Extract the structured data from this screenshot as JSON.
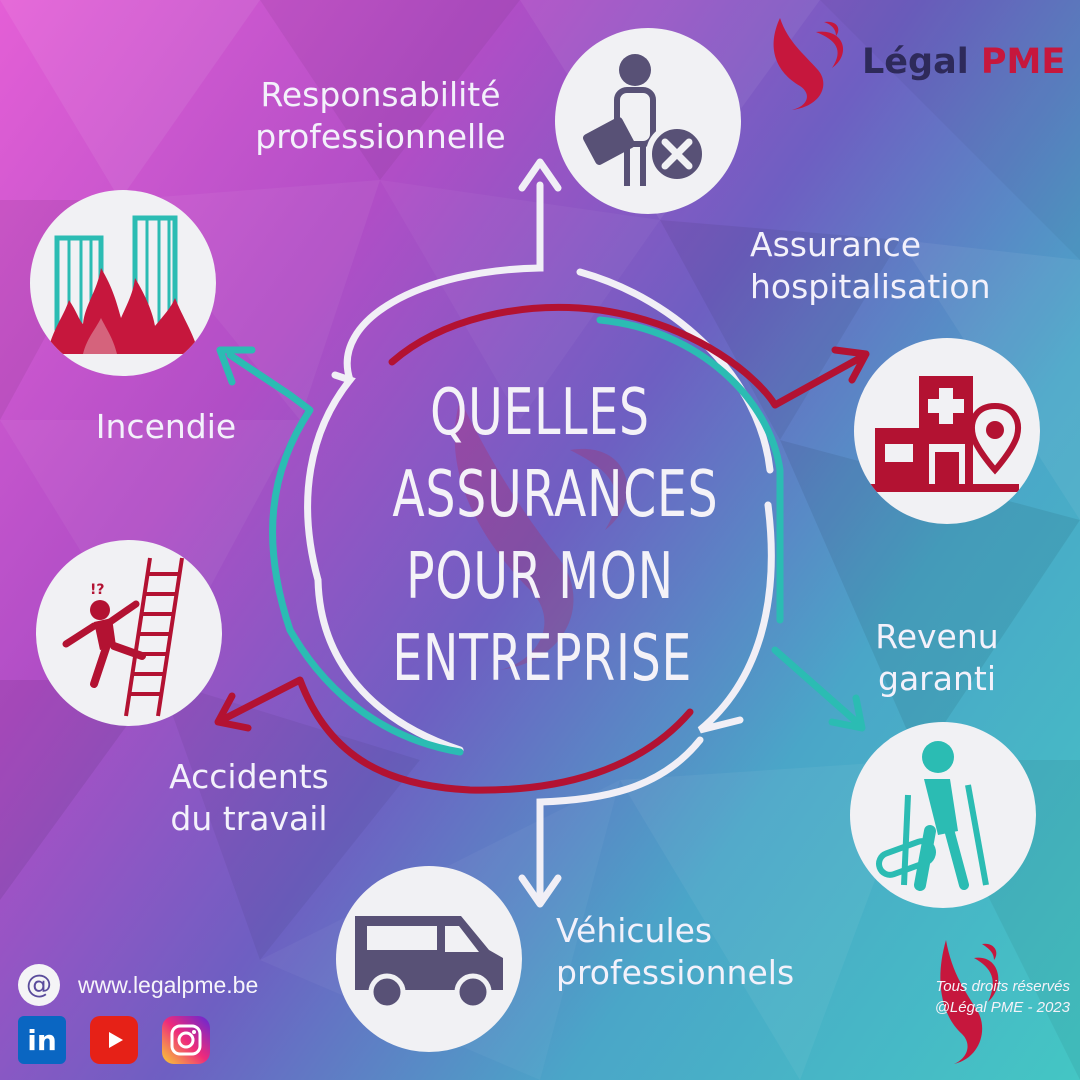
{
  "brand": {
    "name_part1": "Légal",
    "name_part2": "PME",
    "primary_color": "#c6173d",
    "dark_color": "#2e2a5a"
  },
  "title": {
    "line1": "QUELLES",
    "line2": "ASSURANCES",
    "line3": "POUR MON",
    "line4": "ENTREPRISE"
  },
  "insurances": [
    {
      "id": "responsabilite",
      "line1": "Responsabilité",
      "line2": "professionnelle",
      "icon": "person-briefcase-cross-icon"
    },
    {
      "id": "hospitalisation",
      "line1": "Assurance",
      "line2": "hospitalisation",
      "icon": "hospital-location-icon"
    },
    {
      "id": "revenu",
      "line1": "Revenu",
      "line2": "garanti",
      "icon": "injured-person-crutches-icon"
    },
    {
      "id": "vehicules",
      "line1": "Véhicules",
      "line2": "professionnels",
      "icon": "van-icon"
    },
    {
      "id": "accidents",
      "line1": "Accidents",
      "line2": "du travail",
      "icon": "ladder-fall-icon"
    },
    {
      "id": "incendie",
      "line1": "Incendie",
      "icon": "building-fire-icon"
    }
  ],
  "contact": {
    "website": "www.legalpme.be",
    "at_symbol": "@"
  },
  "social": {
    "linkedin": "in"
  },
  "rights": {
    "line1": "Tous droits réservés",
    "line2": "@Légal PME - 2023"
  },
  "colors": {
    "teal": "#2bbcb3",
    "red": "#b31232",
    "white": "#f1eff6",
    "navy": "#585176"
  }
}
